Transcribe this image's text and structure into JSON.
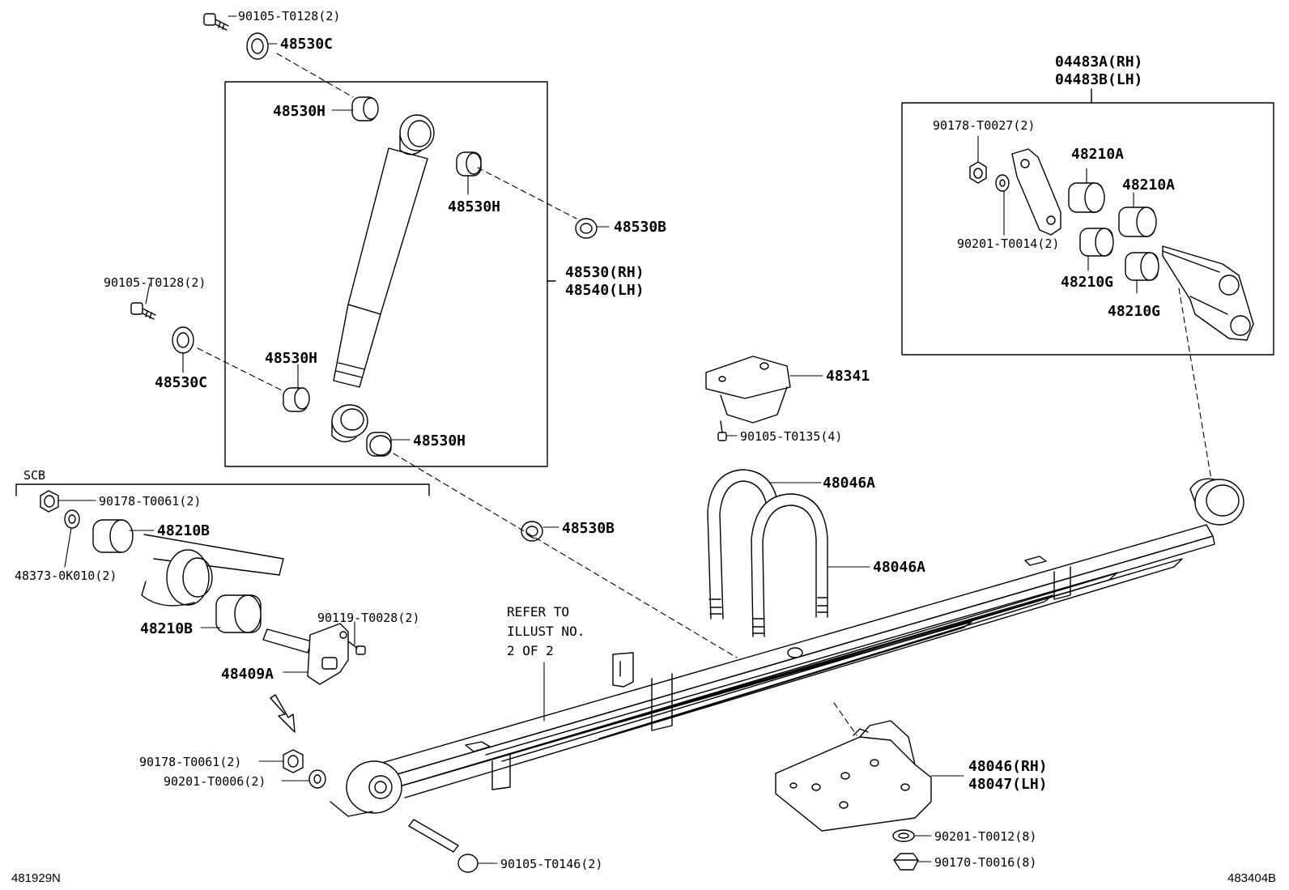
{
  "labels": {
    "p1": "90105-T0128(2)",
    "p2": "48530C",
    "p3": "48530H",
    "p4": "48530H",
    "p5": "48530B",
    "p6a": "48530(RH)",
    "p6b": "48540(LH)",
    "p7": "90105-T0128(2)",
    "p8": "48530C",
    "p9": "48530H",
    "p10": "48530H",
    "p11": "48530B",
    "scb": "SCB",
    "p12": "90178-T0061(2)",
    "p13": "48210B",
    "p14": "48373-0K010(2)",
    "p15": "48210B",
    "p16": "90119-T0028(2)",
    "p17": "48409A",
    "p18": "90178-T0061(2)",
    "p19": "90201-T0006(2)",
    "p20": "90105-T0146(2)",
    "refer1": "REFER TO",
    "refer2": "ILLUST NO.",
    "refer3": "2 OF 2",
    "p21": "48341",
    "p22": "90105-T0135(4)",
    "p23": "48046A",
    "p24": "48046A",
    "p25a": "48046(RH)",
    "p25b": "48047(LH)",
    "p26": "90201-T0012(8)",
    "p27": "90170-T0016(8)",
    "p28a": "04483A(RH)",
    "p28b": "04483B(LH)",
    "p29": "90178-T0027(2)",
    "p30": "48210A",
    "p31": "48210A",
    "p32": "90201-T0014(2)",
    "p33": "48210G",
    "p34": "48210G"
  },
  "corners": {
    "left": "481929N",
    "right": "483404B"
  }
}
